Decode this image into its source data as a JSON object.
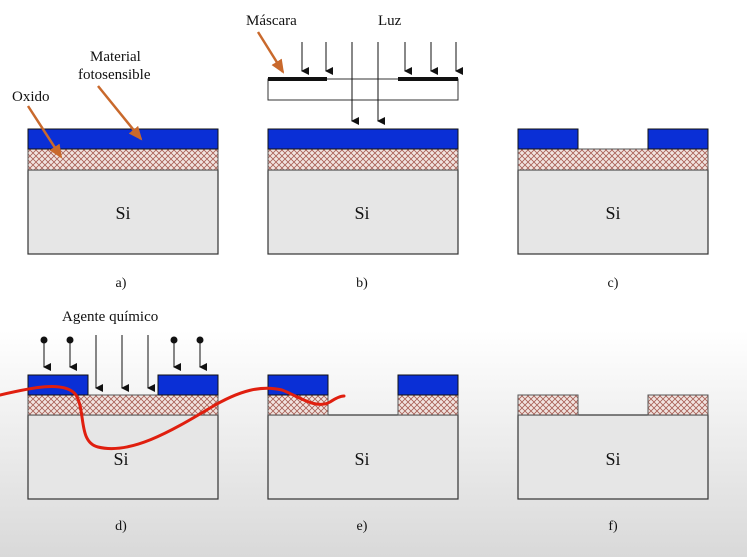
{
  "labels": {
    "material": [
      "Material",
      "fotosensible"
    ],
    "oxido": "Oxido",
    "mascara": "Máscara",
    "luz": "Luz",
    "agente": "Agente químico",
    "si": "Si"
  },
  "panels": [
    {
      "id": "a",
      "caption": "a)"
    },
    {
      "id": "b",
      "caption": "b)"
    },
    {
      "id": "c",
      "caption": "c)"
    },
    {
      "id": "d",
      "caption": "d)"
    },
    {
      "id": "e",
      "caption": "e)"
    },
    {
      "id": "f",
      "caption": "f)"
    }
  ],
  "colors": {
    "photoresist": "#0a2fd6",
    "substrate": "#e6e6e6",
    "oxide_fill": "#f1e4e0",
    "oxide_hatch": "#a85f55",
    "annotation": "#c9692c",
    "overlay_stroke": "#e01f0f",
    "shade_top": "#ffffff",
    "shade_bottom": "#d9d9d9"
  }
}
